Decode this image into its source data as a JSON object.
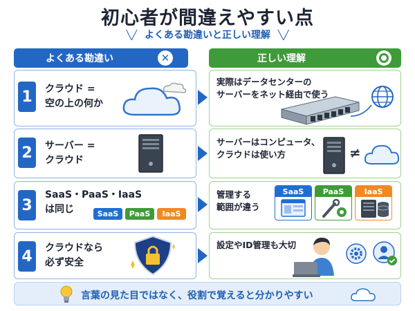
{
  "title": "初心者が間違えやすい点",
  "subtitle": "よくある勘違いと正しい理解",
  "subtitle_deco_left": "╲╱",
  "subtitle_deco_right": "╲╱",
  "left_header": {
    "label": "よくある勘違い",
    "badge": "✕"
  },
  "right_header": {
    "label": "正しい理解"
  },
  "rows": [
    {
      "num": "1",
      "misconception": "クラウド =\n空の上の何か",
      "correct": "実際はデータセンターの\nサーバーをネット経由で使う"
    },
    {
      "num": "2",
      "misconception": "サーバー =\nクラウド",
      "correct": "サーバーはコンピュータ、\nクラウドは使い方",
      "symbol": "≠"
    },
    {
      "num": "3",
      "misconception": "SaaS・PaaS・IaaS\nは同じ",
      "correct": "管理する\n範囲が違う",
      "tags": [
        "SaaS",
        "PaaS",
        "IaaS"
      ]
    },
    {
      "num": "4",
      "misconception": "クラウドなら\n必ず安全",
      "correct": "設定やID管理も大切"
    }
  ],
  "footer": {
    "text": "言葉の見た目ではなく、役割で覚えると分かりやすい"
  },
  "colors": {
    "blue": "#2367c5",
    "green": "#3f9b3a",
    "saas": "#1f6fd1",
    "paas": "#3f9b3a",
    "iaas": "#ef8a23"
  }
}
